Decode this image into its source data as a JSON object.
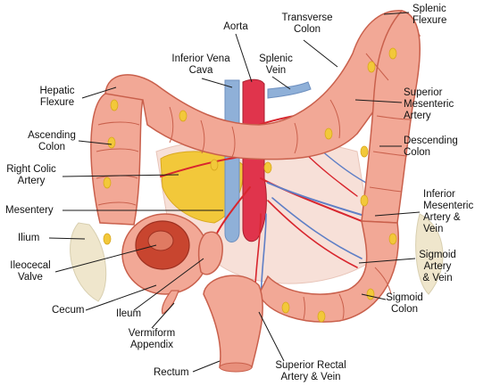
{
  "labels": {
    "aorta": "Aorta",
    "transverse_colon": "Transverse\nColon",
    "splenic_flexure": "Splenic\nFlexure",
    "inferior_vena_cava": "Inferior Vena\nCava",
    "splenic_vein": "Splenic\nVein",
    "hepatic_flexure": "Hepatic\nFlexure",
    "superior_mesenteric_artery": "Superior\nMesenteric\nArtery",
    "ascending_colon": "Ascending\nColon",
    "descending_colon": "Descending\nColon",
    "right_colic_artery": "Right Colic\nArtery",
    "inferior_mesenteric": "Inferior\nMesenteric\nArtery &\nVein",
    "mesentery": "Mesentery",
    "ilium": "Ilium",
    "sigmoid_artery_vein": "Sigmoid\nArtery\n& Vein",
    "ileocecal_valve": "Ileocecal\nValve",
    "sigmoid_colon": "Sigmoid\nColon",
    "cecum": "Cecum",
    "ileum": "Ileum",
    "vermiform_appendix": "Vermiform\nAppendix",
    "rectum": "Rectum",
    "superior_rectal": "Superior Rectal\nArtery & Vein"
  },
  "colors": {
    "colon": "#f2a896",
    "colon_dark": "#d9735e",
    "haustra_line": "#c9604c",
    "fat": "#f2c83a",
    "aorta": "#e0344c",
    "vena_cava": "#8fb0d8",
    "vein": "#5f7fc6",
    "artery": "#d8262e",
    "mesentery": "#f7e0d8",
    "bone": "#efe6cc",
    "leader": "#1a1a1a"
  }
}
